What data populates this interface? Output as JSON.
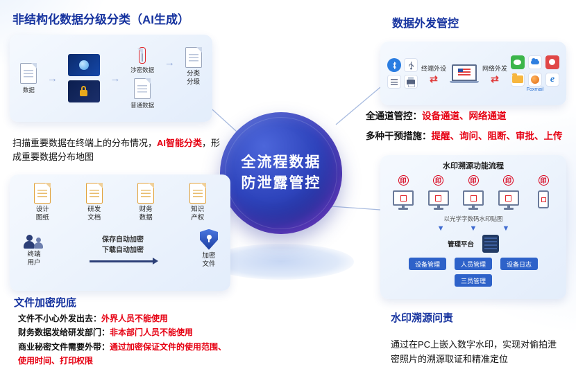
{
  "colors": {
    "heading_blue": "#16339f",
    "accent_red": "#e60012",
    "button_blue": "#2e62c9"
  },
  "icons": {
    "arrow_right": "→",
    "arrow_swap": "⇄",
    "arrow_down": "▼",
    "browser_e": "e",
    "stamp": "印"
  },
  "center": {
    "line1": "全流程数据",
    "line2": "防泄露管控"
  },
  "scan_section": {
    "title": "非结构化数据分级分类（AI生成）",
    "source_label": "数据",
    "secret_label": "涉密数据",
    "normal_label": "普通数据",
    "result_label": "分类分级",
    "desc_before": "扫描重要数据在终端上的分布情况，",
    "desc_red": "AI智能分类",
    "desc_after": "，形成重要数据分布地图"
  },
  "outbound_section": {
    "title": "数据外发管控",
    "device_channel_label": "终端外设",
    "network_channel_label": "网络外发",
    "foxmail_label": "Foxmail",
    "line1_label": "全通道管控：",
    "line1_value": "设备通道、网络通道",
    "line2_label": "多种干预措施：",
    "line2_value": "提醒、询问、阻断、审批、上传"
  },
  "watermark_flow": {
    "title": "水印溯源功能流程",
    "stamp": "印",
    "caption": "以光学字数码水印贴图",
    "platform_label": "管理平台",
    "buttons_row1": [
      "设备管理",
      "人员管理",
      "设备日志"
    ],
    "buttons_row2": [
      "三员管理"
    ]
  },
  "encrypt_section": {
    "title": "文件加密兜底",
    "docs": [
      "设计图纸",
      "研发文档",
      "财务数据",
      "知识产权"
    ],
    "user_label": "终端用户",
    "arrow_line1": "保存自动加密",
    "arrow_line2": "下载自动加密",
    "result_label": "加密文件",
    "rules": [
      {
        "label": "文件不小心外发出去：",
        "value": "外界人员不能使用"
      },
      {
        "label": "财务数据发给研发部门：",
        "value": "非本部门人员不能使用"
      },
      {
        "label": "商业秘密文件需要外带：",
        "value": "通过加密保证文件的使用范围、使用时间、打印权限"
      }
    ]
  },
  "trace_section": {
    "title": "水印溯源问责",
    "desc": "通过在PC上嵌入数字水印，实现对偷拍泄密照片的溯源取证和精准定位"
  }
}
